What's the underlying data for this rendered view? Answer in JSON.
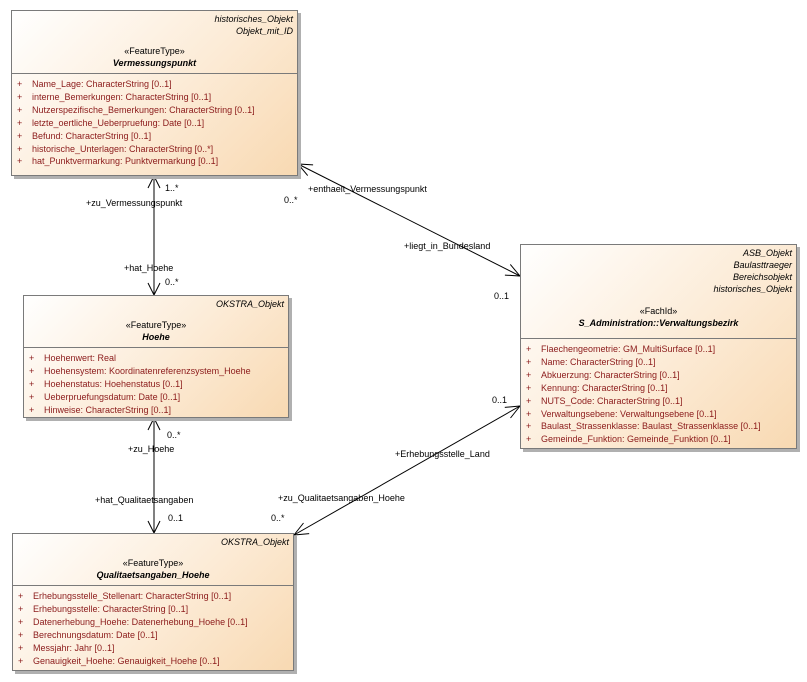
{
  "classes": {
    "vermessungspunkt": {
      "parents": [
        "historisches_Objekt",
        "Objekt_mit_ID"
      ],
      "stereotype": "«FeatureType»",
      "name": "Vermessungspunkt",
      "attributes": [
        "Name_Lage: CharacterString [0..1]",
        "interne_Bemerkungen: CharacterString [0..1]",
        "Nutzerspezifische_Bemerkungen: CharacterString [0..1]",
        "letzte_oertliche_Ueberpruefung: Date [0..1]",
        "Befund: CharacterString [0..1]",
        "historische_Unterlagen: CharacterString [0..*]",
        "hat_Punktvermarkung: Punktvermarkung [0..1]"
      ]
    },
    "hoehe": {
      "parents": [
        "OKSTRA_Objekt"
      ],
      "stereotype": "«FeatureType»",
      "name": "Hoehe",
      "attributes": [
        "Hoehenwert: Real",
        "Hoehensystem: Koordinatenreferenzsystem_Hoehe",
        "Hoehenstatus: Hoehenstatus [0..1]",
        "Ueberpruefungsdatum: Date [0..1]",
        "Hinweise: CharacterString [0..1]"
      ]
    },
    "qualitaet": {
      "parents": [
        "OKSTRA_Objekt"
      ],
      "stereotype": "«FeatureType»",
      "name": "Qualitaetsangaben_Hoehe",
      "attributes": [
        "Erhebungsstelle_Stellenart: CharacterString [0..1]",
        "Erhebungsstelle: CharacterString [0..1]",
        "Datenerhebung_Hoehe: Datenerhebung_Hoehe [0..1]",
        "Berechnungsdatum: Date [0..1]",
        "Messjahr: Jahr [0..1]",
        "Genauigkeit_Hoehe: Genauigkeit_Hoehe [0..1]"
      ]
    },
    "verwaltungsbezirk": {
      "parents": [
        "ASB_Objekt",
        "Baulasttraeger",
        "Bereichsobjekt",
        "historisches_Objekt"
      ],
      "stereotype": "«FachId»",
      "name": "S_Administration::Verwaltungsbezirk",
      "attributes": [
        "Flaechengeometrie: GM_MultiSurface [0..1]",
        "Name: CharacterString [0..1]",
        "Abkuerzung: CharacterString [0..1]",
        "Kennung: CharacterString [0..1]",
        "NUTS_Code: CharacterString [0..1]",
        "Verwaltungsebene: Verwaltungsebene [0..1]",
        "Baulast_Strassenklasse: Baulast_Strassenklasse [0..1]",
        "Gemeinde_Funktion: Gemeinde_Funktion [0..1]"
      ]
    }
  },
  "visibility_symbol": "+",
  "associations": {
    "vp_hoehe": {
      "role_top": "+zu_Vermessungspunkt",
      "mult_top": "1..*",
      "role_bottom": "+hat_Hoehe",
      "mult_bottom": "0..*"
    },
    "hoehe_qual": {
      "role_top": "+zu_Hoehe",
      "mult_top": "0..*",
      "role_bottom": "+hat_Qualitaetsangaben",
      "mult_bottom": "0..1"
    },
    "vp_verw": {
      "role_vp": "+enthaelt_Vermessungspunkt",
      "mult_vp": "0..*",
      "role_verw": "+liegt_in_Bundesland",
      "mult_verw": "0..1"
    },
    "qual_verw": {
      "role_verw": "+Erhebungsstelle_Land",
      "mult_verw": "0..1",
      "role_qual": "+zu_Qualitaetsangaben_Hoehe",
      "mult_qual": "0..*"
    }
  }
}
